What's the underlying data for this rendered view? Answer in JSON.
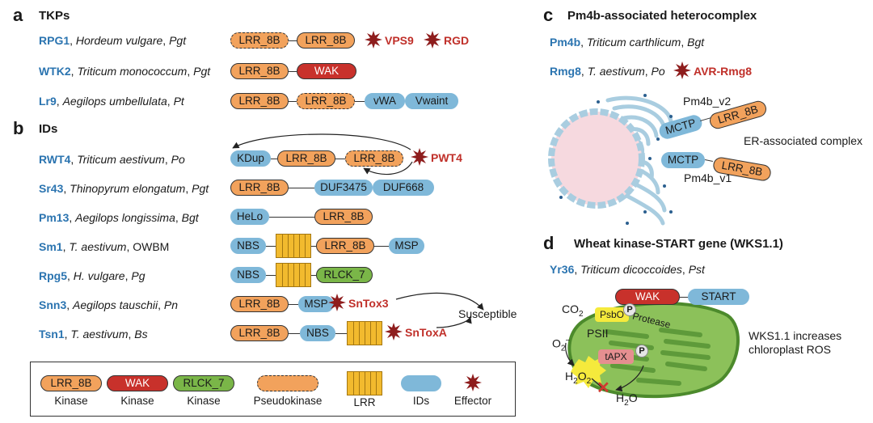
{
  "panels": {
    "a": {
      "letter": "a",
      "title": "TKPs"
    },
    "b": {
      "letter": "b",
      "title": "IDs"
    },
    "c": {
      "letter": "c",
      "title": "Pm4b-associated heterocomplex"
    },
    "d": {
      "letter": "d",
      "title": "Wheat kinase-START gene (WKS1.1)"
    }
  },
  "rows": [
    {
      "gene": "RPG1",
      "species": "Hordeum vulgare",
      "pathogen": "Pgt"
    },
    {
      "gene": "WTK2",
      "species": "Triticum monococcum",
      "pathogen": "Pgt"
    },
    {
      "gene": "Lr9",
      "species": "Aegilops umbellulata",
      "pathogen": "Pt"
    },
    {
      "gene": "RWT4",
      "species": "Triticum aestivum",
      "pathogen": "Po"
    },
    {
      "gene": "Sr43",
      "species": "Thinopyrum elongatum",
      "pathogen": "Pgt"
    },
    {
      "gene": "Pm13",
      "species": "Aegilops longissima",
      "pathogen": "Bgt"
    },
    {
      "gene": "Sm1",
      "species": "T. aestivum",
      "pathogen": "OWBM"
    },
    {
      "gene": "Rpg5",
      "species": "H. vulgare",
      "pathogen": "Pg"
    },
    {
      "gene": "Snn3",
      "species": "Aegilops tauschii",
      "pathogen": "Pn"
    },
    {
      "gene": "Tsn1",
      "species": "T. aestivum",
      "pathogen": "Bs"
    }
  ],
  "domains": {
    "lrr8b": "LRR_8B",
    "wak": "WAK",
    "vwa": "vWA",
    "vwaint": "Vwaint",
    "kdup": "KDup",
    "duf3475": "DUF3475",
    "duf668": "DUF668",
    "helo": "HeLo",
    "nbs": "NBS",
    "msp": "MSP",
    "rlck7": "RLCK_7",
    "mctp": "MCTP",
    "start": "START"
  },
  "effectors": {
    "vps9": "VPS9",
    "rgd": "RGD",
    "pwt4": "PWT4",
    "sntox3": "SnTox3",
    "sntoxa": "SnToxA",
    "avr_rmg8": "AVR-Rmg8"
  },
  "susceptible": "Susceptible",
  "panel_c": {
    "pm4b": {
      "gene": "Pm4b",
      "species": "Triticum carthlicum",
      "pathogen": "Bgt"
    },
    "rmg8": {
      "gene": "Rmg8",
      "species": "T. aestivum",
      "pathogen": "Po"
    },
    "pm4b_v2": "Pm4b_v2",
    "pm4b_v1": "Pm4b_v1",
    "er_label": "ER-associated complex"
  },
  "panel_d": {
    "gene": "Yr36",
    "species": "Triticum dicoccoides",
    "pathogen": "Pst",
    "co2": "CO",
    "co2_sub": "2",
    "psbo": "PsbO",
    "protease": "Protease",
    "psii": "PSII",
    "o2": "O",
    "o2_sub": "2",
    "o2_sup": "−",
    "tapx": "tAPX",
    "p_mark": "P",
    "h2o2_h": "H",
    "h2o2_2a": "2",
    "h2o2_o": "O",
    "h2o2_2b": "2",
    "h2o_h": "H",
    "h2o_2": "2",
    "h2o_o": "O",
    "note_line1": "WKS1.1 increases",
    "note_line2": "chloroplast ROS"
  },
  "legend": {
    "lrr8b_caption": "Kinase",
    "wak_caption": "Kinase",
    "rlck7_caption": "Kinase",
    "pseudokinase": "Pseudokinase",
    "lrr": "LRR",
    "ids": "IDs",
    "effector": "Effector"
  },
  "colors": {
    "kinase_orange": "#f2a25c",
    "wak_red": "#c8312b",
    "rlck_green": "#7ab648",
    "id_blue": "#7fb8d9",
    "lrr_gold": "#f2ba2e",
    "effector_red": "#8e1d1d",
    "gene_blue": "#2b74b0",
    "chloroplast_green": "#8cc15a"
  }
}
